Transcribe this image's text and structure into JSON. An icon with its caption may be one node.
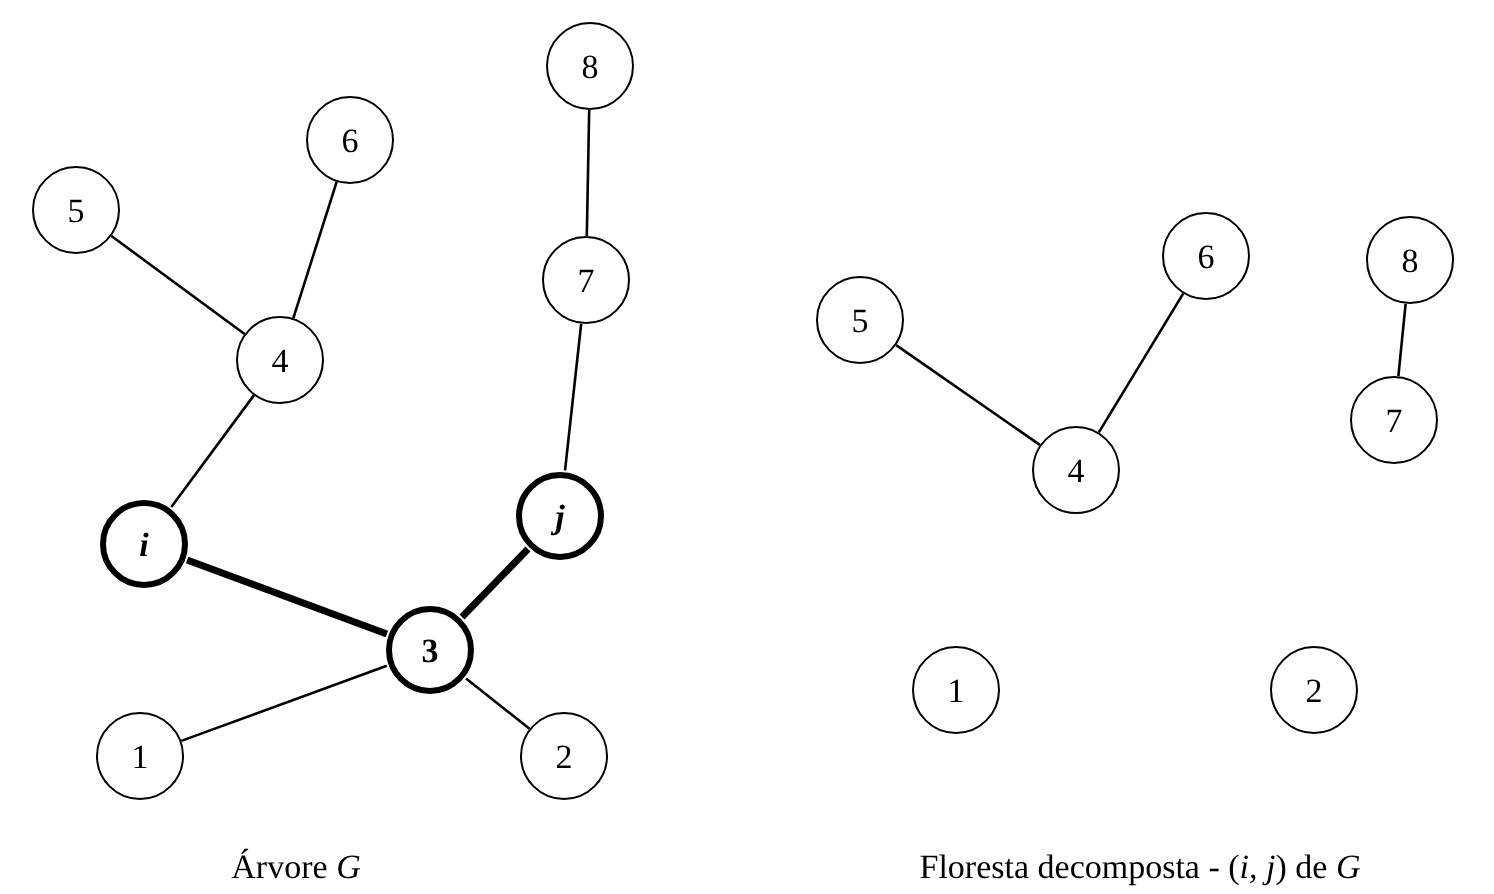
{
  "diagram": {
    "nodes": [
      {
        "text": [
          "8"
        ]
      },
      {
        "text": [
          "6"
        ]
      },
      {
        "text": [
          "5"
        ]
      },
      {
        "text": [
          "7"
        ]
      },
      {
        "text": [
          "4"
        ]
      },
      {
        "text": [
          "j"
        ]
      },
      {
        "text": [
          "i"
        ]
      },
      {
        "text": [
          "3"
        ]
      },
      {
        "text": [
          "1"
        ]
      },
      {
        "text": [
          "2"
        ]
      },
      {
        "text": [
          "6"
        ]
      },
      {
        "text": [
          "8"
        ]
      },
      {
        "text": [
          "5"
        ]
      },
      {
        "text": [
          "7"
        ]
      },
      {
        "text": [
          "4"
        ]
      },
      {
        "text": [
          "1"
        ]
      },
      {
        "text": [
          "2"
        ]
      }
    ],
    "edges": [
      {
        "from": 0,
        "to": 3,
        "arrow": "none"
      },
      {
        "from": 3,
        "to": 5,
        "arrow": "none"
      },
      {
        "from": 1,
        "to": 4,
        "arrow": "none"
      },
      {
        "from": 2,
        "to": 4,
        "arrow": "none"
      },
      {
        "from": 4,
        "to": 6,
        "arrow": "none"
      },
      {
        "from": 6,
        "to": 7,
        "arrow": "none",
        "style": "thick"
      },
      {
        "from": 5,
        "to": 7,
        "arrow": "none",
        "style": "thick"
      },
      {
        "from": 7,
        "to": 8,
        "arrow": "none"
      },
      {
        "from": 7,
        "to": 9,
        "arrow": "none"
      },
      {
        "from": 10,
        "to": 14,
        "arrow": "none"
      },
      {
        "from": 12,
        "to": 14,
        "arrow": "none"
      },
      {
        "from": 11,
        "to": 13,
        "arrow": "none"
      }
    ],
    "labels": [
      "Árvore *G*",
      "Floresta decomposta - (*i, j*) de *G*"
    ]
  }
}
